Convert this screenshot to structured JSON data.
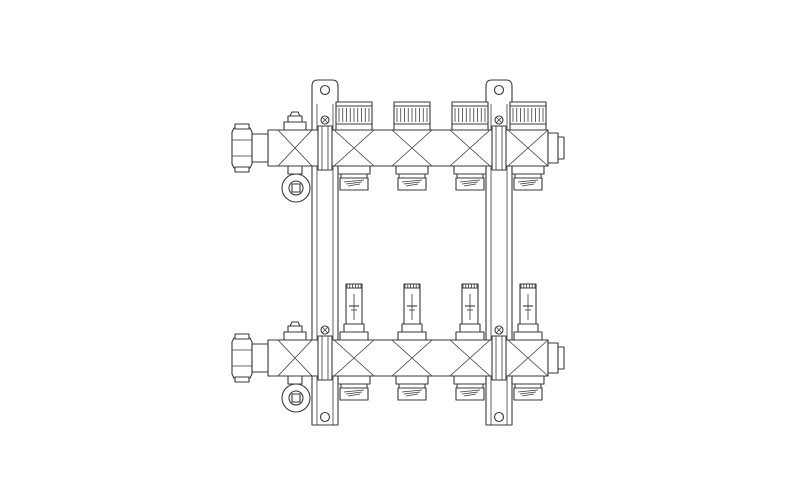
{
  "drawing": {
    "subject": "heating-manifold",
    "line_color": "#3a3a3a",
    "background": "#ffffff",
    "bars": [
      "supply-bar",
      "return-bar"
    ],
    "outlets_per_bar": 4
  }
}
